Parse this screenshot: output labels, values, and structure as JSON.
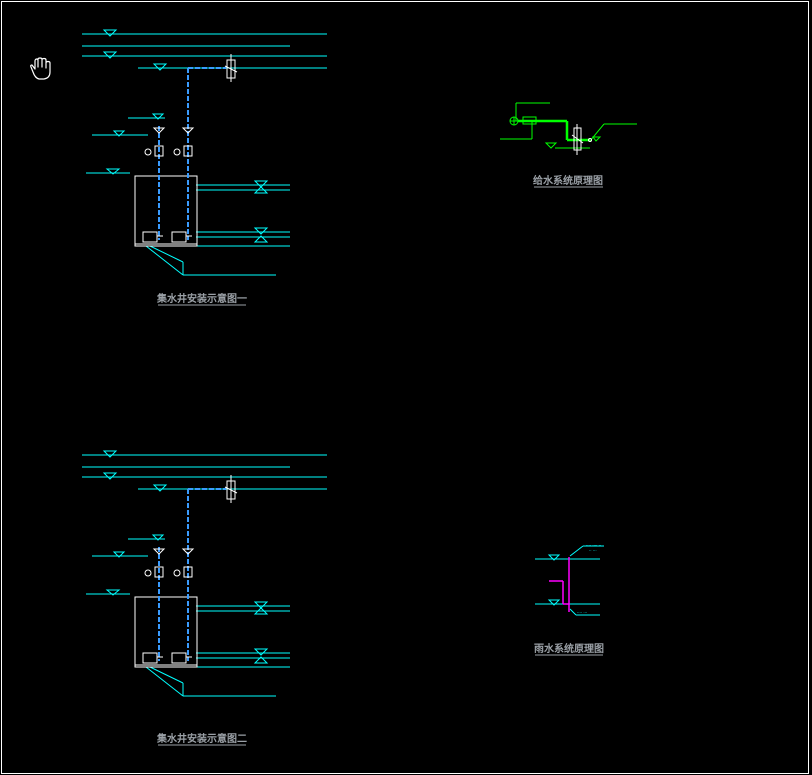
{
  "colors": {
    "background": "#000000",
    "pipe_line": "#00ffff",
    "riser_blue": "#3a9cff",
    "frame": "#ffffff",
    "supply_green": "#00ff00",
    "rain_magenta": "#ff00ff",
    "caption": "#9aa0a6"
  },
  "tool": {
    "icon": "pan-hand-icon"
  },
  "captions": {
    "sump_install_1": "集水井安装示意图一",
    "sump_install_2": "集水井安装示意图二",
    "supply_system": "给水系统原理图",
    "rain_system": "雨水系统原理图"
  }
}
